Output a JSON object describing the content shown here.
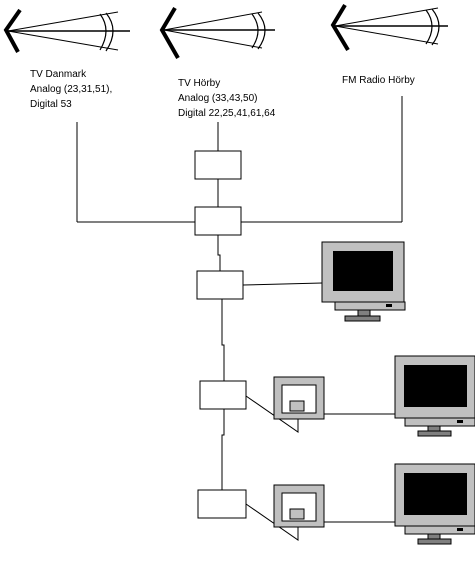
{
  "antennas": [
    {
      "id": "tv-danmark",
      "lines": [
        "TV Danmark",
        "Analog (23,31,51),",
        "Digital 53"
      ]
    },
    {
      "id": "tv-horby",
      "lines": [
        "TV Hörby",
        "Analog (33,43,50)",
        "Digital 22,25,41,61,64"
      ]
    },
    {
      "id": "fm-radio-horby",
      "lines": [
        "FM Radio Hörby"
      ]
    }
  ],
  "colors": {
    "line": "#000000",
    "screen": "#000000",
    "monitor_body": "#c0c0c0",
    "stand": "#808080"
  }
}
